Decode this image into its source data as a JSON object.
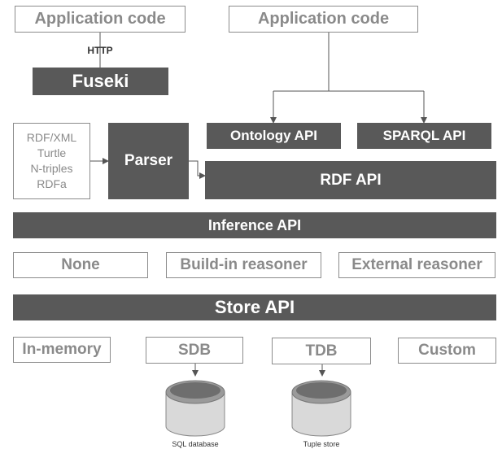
{
  "top_left": {
    "app_code": "Application code",
    "protocol": "HTTP",
    "server": "Fuseki"
  },
  "top_right": {
    "app_code": "Application code"
  },
  "apis": {
    "ontology": "Ontology API",
    "sparql": "SPARQL API",
    "rdf": "RDF API",
    "inference": "Inference API",
    "store": "Store API"
  },
  "parser": {
    "label": "Parser",
    "formats": [
      "RDF/XML",
      "Turtle",
      "N-triples",
      "RDFa"
    ]
  },
  "reasoners": {
    "none": "None",
    "builtin": "Build-in reasoner",
    "external": "External reasoner"
  },
  "stores": {
    "memory": "In-memory",
    "sdb": "SDB",
    "tdb": "TDB",
    "custom": "Custom"
  },
  "databases": {
    "sql": "SQL database",
    "tuple": "Tuple store"
  },
  "colors": {
    "dark_fill": "#595959",
    "outline": "#8c8c8c",
    "outline_text": "#8a8a8a",
    "line": "#555555"
  }
}
